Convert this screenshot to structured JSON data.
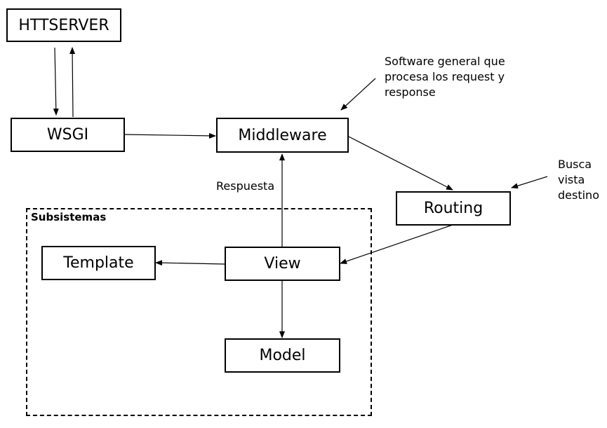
{
  "nodes": {
    "httpserver": "HTTSERVER",
    "wsgi": "WSGI",
    "middleware": "Middleware",
    "routing": "Routing",
    "template": "Template",
    "view": "View",
    "model": "Model"
  },
  "group": {
    "label": "Subsistemas"
  },
  "annotations": {
    "middleware_note": [
      "Software general que",
      "procesa los request y",
      "response"
    ],
    "routing_note": [
      "Busca",
      "vista",
      "destino"
    ],
    "edge_label": "Respuesta"
  }
}
